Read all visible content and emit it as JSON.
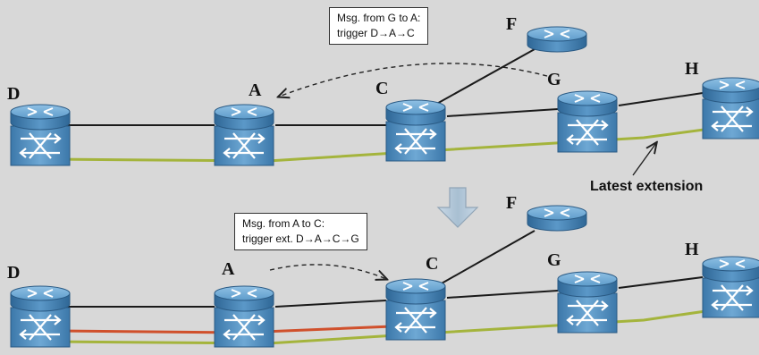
{
  "top": {
    "message": {
      "line1": "Msg. from G to A:",
      "line2": "trigger D→A→C"
    },
    "labels": {
      "D": "D",
      "A": "A",
      "C": "C",
      "F": "F",
      "G": "G",
      "H": "H"
    },
    "note": "Latest extension"
  },
  "bottom": {
    "message": {
      "line1": "Msg. from A to C:",
      "line2": "trigger ext. D→A→C→G"
    },
    "labels": {
      "D": "D",
      "A": "A",
      "C": "C",
      "F": "F",
      "G": "G",
      "H": "H"
    }
  },
  "colors": {
    "background": "#d8d8d8",
    "link": "#1a1a1a",
    "path_green": "#a4b43c",
    "path_red": "#d0502c",
    "device_blue": "#4a84b4",
    "arrow_down": "#b4c8d8"
  },
  "icons": {
    "router": "router-icon",
    "switch": "switch-icon",
    "down_arrow": "down-arrow-icon"
  }
}
